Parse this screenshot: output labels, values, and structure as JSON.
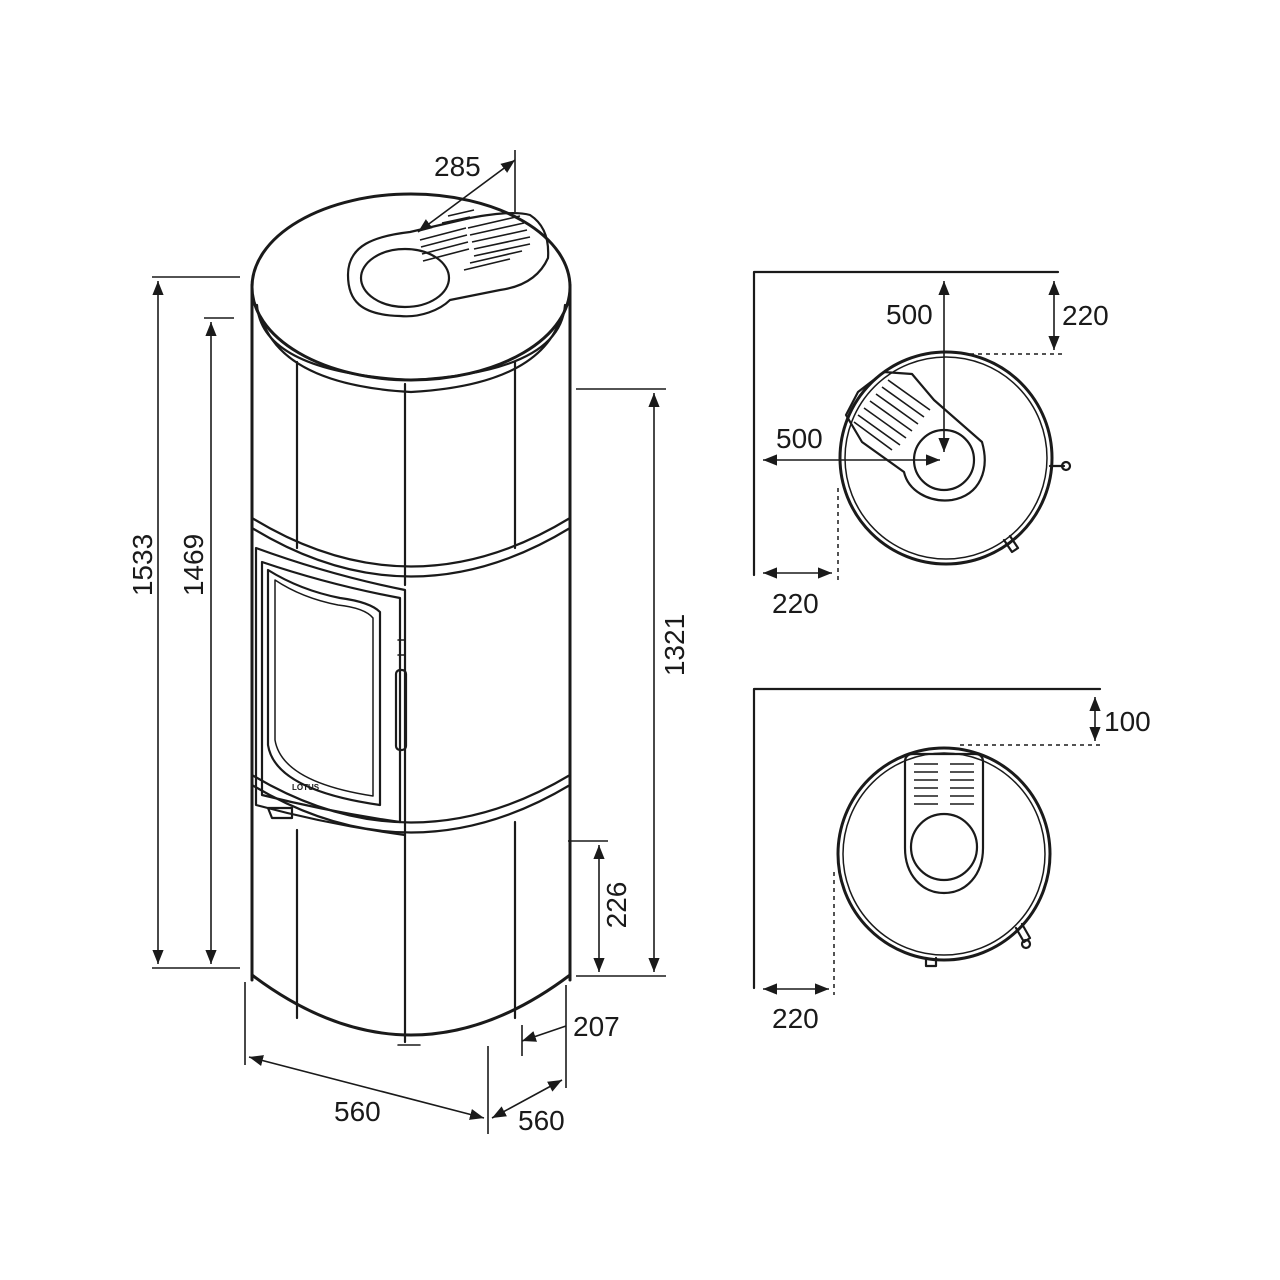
{
  "front_view": {
    "dim_top_outlet": "285",
    "dim_total_height": "1533",
    "dim_outlet_height": "1469",
    "dim_side_height": "1321",
    "dim_air_inlet_height": "226",
    "dim_air_inlet_offset": "207",
    "dim_width": "560",
    "dim_depth": "560",
    "logo_text": "LOTUS"
  },
  "corner_view_top_outlet": {
    "dim_back_center": "500",
    "dim_back_clearance": "220",
    "dim_side_center": "500",
    "dim_side_clearance": "220"
  },
  "corner_view_rear_outlet": {
    "dim_back_clearance": "100",
    "dim_side_clearance": "220"
  }
}
